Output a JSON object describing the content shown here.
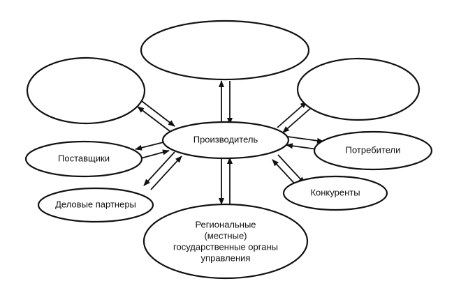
{
  "diagram": {
    "center": {
      "label": "Производитель"
    },
    "nodes": {
      "top": {
        "label": ""
      },
      "top_left": {
        "label": ""
      },
      "top_right": {
        "label": ""
      },
      "suppliers": {
        "label": "Поставщики"
      },
      "partners": {
        "label": "Деловые партнеры"
      },
      "consumers": {
        "label": "Потребители"
      },
      "competitors": {
        "label": "Конкуренты"
      },
      "government": {
        "lines": [
          "Региональные",
          "(местные)",
          "государственные органы",
          "управления"
        ]
      }
    }
  }
}
